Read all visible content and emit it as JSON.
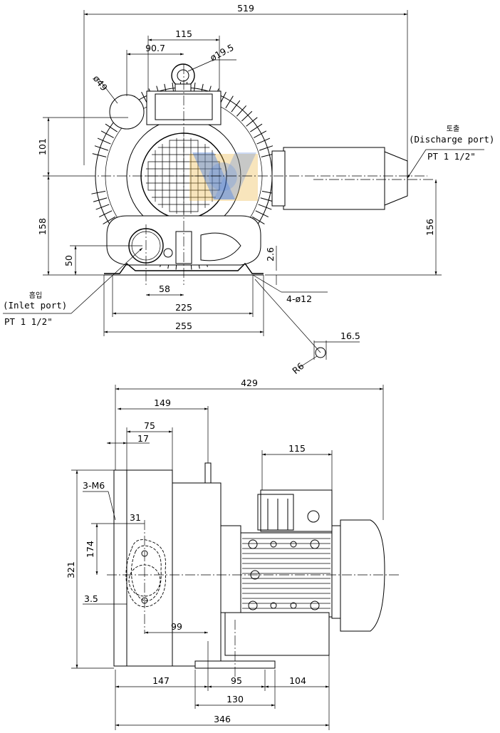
{
  "top_view": {
    "dims": {
      "overall_width": "519",
      "d115": "115",
      "d90_7": "90.7",
      "phi19_5": "ø19.5",
      "phi49": "ø49",
      "d101": "101",
      "d158": "158",
      "d156": "156",
      "d50": "50",
      "d2_6": "2.6",
      "d58": "58",
      "d225": "225",
      "d255": "255",
      "holes": "4-ø12",
      "d16_5": "16.5",
      "r6": "R6"
    },
    "discharge": {
      "korean": "토출",
      "name": "(Discharge port)",
      "thread": "PT 1 1/2\""
    },
    "inlet": {
      "korean": "흡입",
      "name": "(Inlet port)",
      "thread": "PT 1 1/2\""
    }
  },
  "side_view": {
    "dims": {
      "d429": "429",
      "d149": "149",
      "d75": "75",
      "d17": "17",
      "d115": "115",
      "m6": "3-M6",
      "d31": "31",
      "d174": "174",
      "d321": "321",
      "d3_5": "3.5",
      "d99": "99",
      "d147": "147",
      "d95": "95",
      "d104": "104",
      "d130": "130",
      "d346": "346"
    }
  },
  "colors": {
    "line": "#000000",
    "watermark_blue": "#3b6fd0",
    "watermark_gold": "#e8b23a"
  }
}
